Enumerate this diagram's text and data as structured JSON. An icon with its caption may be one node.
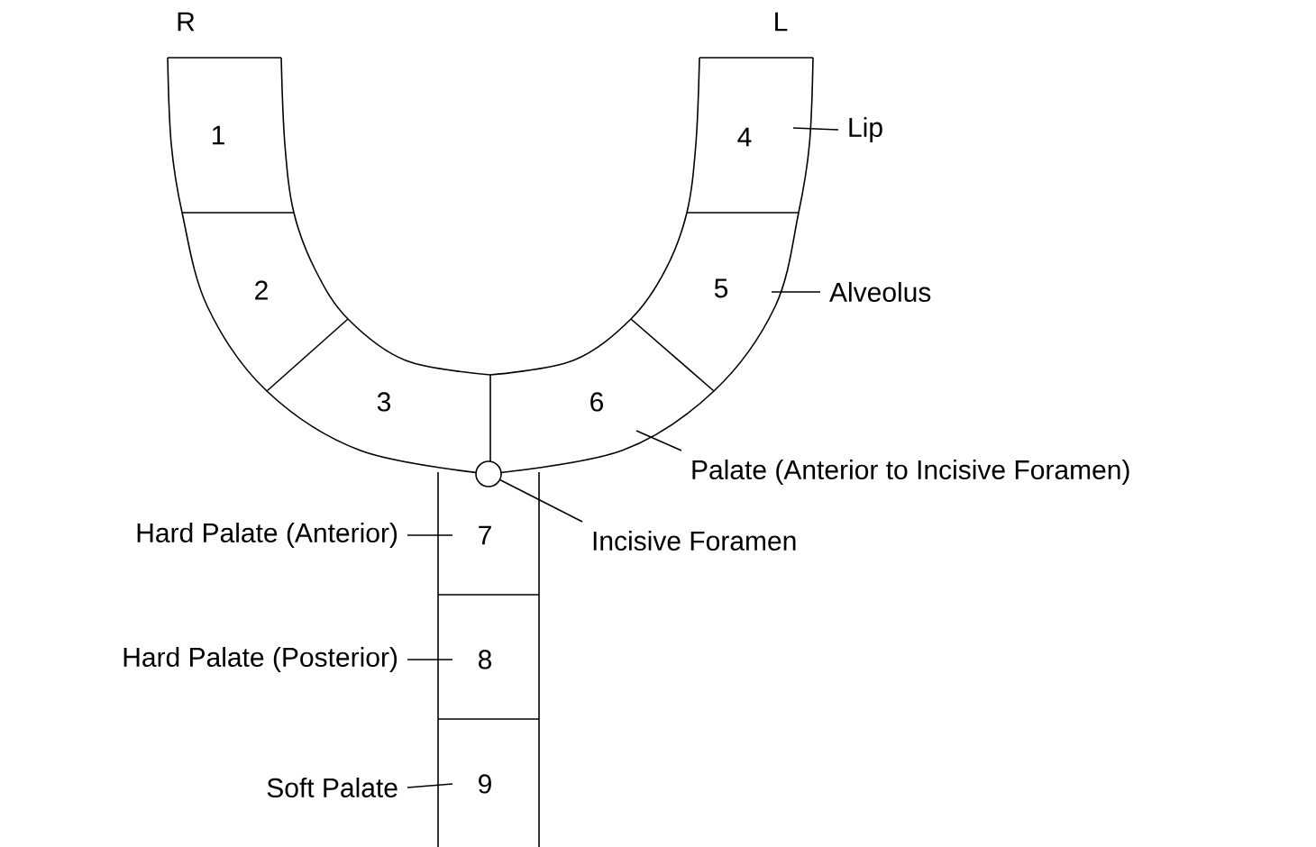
{
  "diagram": {
    "nodes": [
      {
        "text": [
          "1"
        ]
      },
      {
        "text": [
          "2"
        ]
      },
      {
        "text": [
          "3"
        ]
      },
      {
        "text": [
          "4"
        ]
      },
      {
        "text": [
          "5"
        ]
      },
      {
        "text": [
          "6"
        ]
      },
      {
        "text": [
          "7"
        ]
      },
      {
        "text": [
          "8"
        ]
      },
      {
        "text": [
          "9"
        ]
      },
      {
        "text": [
          "Lip"
        ]
      },
      {
        "text": [
          "Alveolus"
        ]
      },
      {
        "text": [
          "Palate (Anterior to Incisive Foramen)"
        ]
      },
      {
        "text": [],
        "shape": "circle"
      },
      {
        "text": [
          "Incisive Foramen"
        ]
      },
      {
        "text": [
          "Hard Palate (Anterior)"
        ]
      },
      {
        "text": [
          "Hard Palate (Posterior)"
        ]
      },
      {
        "text": [
          "Soft Palate"
        ]
      }
    ],
    "edges": [
      {
        "from": 9,
        "to": 3,
        "arrow": "none"
      },
      {
        "from": 10,
        "to": 4,
        "arrow": "none"
      },
      {
        "from": 11,
        "to": 5,
        "arrow": "none"
      },
      {
        "from": 13,
        "to": 12,
        "arrow": "none"
      },
      {
        "from": 14,
        "to": 6,
        "arrow": "none"
      },
      {
        "from": 15,
        "to": 7,
        "arrow": "none"
      },
      {
        "from": 16,
        "to": 8,
        "arrow": "none"
      }
    ],
    "labels": [
      "R",
      "L"
    ]
  }
}
